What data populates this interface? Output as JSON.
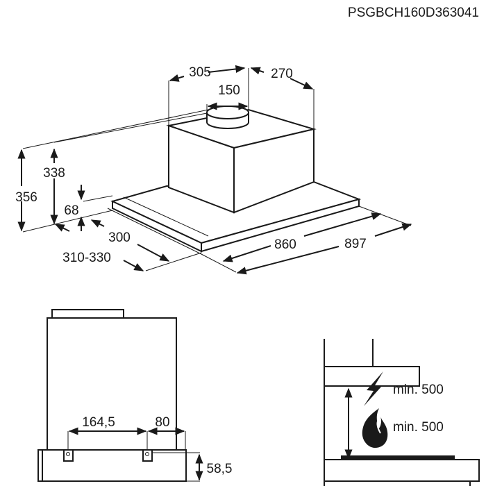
{
  "header": {
    "model_code": "PSGBCH160D363041"
  },
  "iso_view": {
    "dimensions": {
      "box_width": "305",
      "box_depth": "270",
      "duct_diameter": "150",
      "total_height": "356",
      "box_height": "338",
      "canopy_height": "68",
      "canopy_depth": "300",
      "installed_depth": "310-330",
      "canopy_width": "860",
      "total_width": "897"
    }
  },
  "side_view": {
    "dimensions": {
      "hook_spacing": "164,5",
      "hook_offset": "80",
      "base_height": "58,5"
    }
  },
  "clearance_view": {
    "electric_label": "min. 500",
    "gas_label": "min. 500",
    "icons": [
      "lightning-icon",
      "flame-icon"
    ]
  },
  "colors": {
    "ink": "#1a1a1a",
    "background": "#ffffff"
  }
}
